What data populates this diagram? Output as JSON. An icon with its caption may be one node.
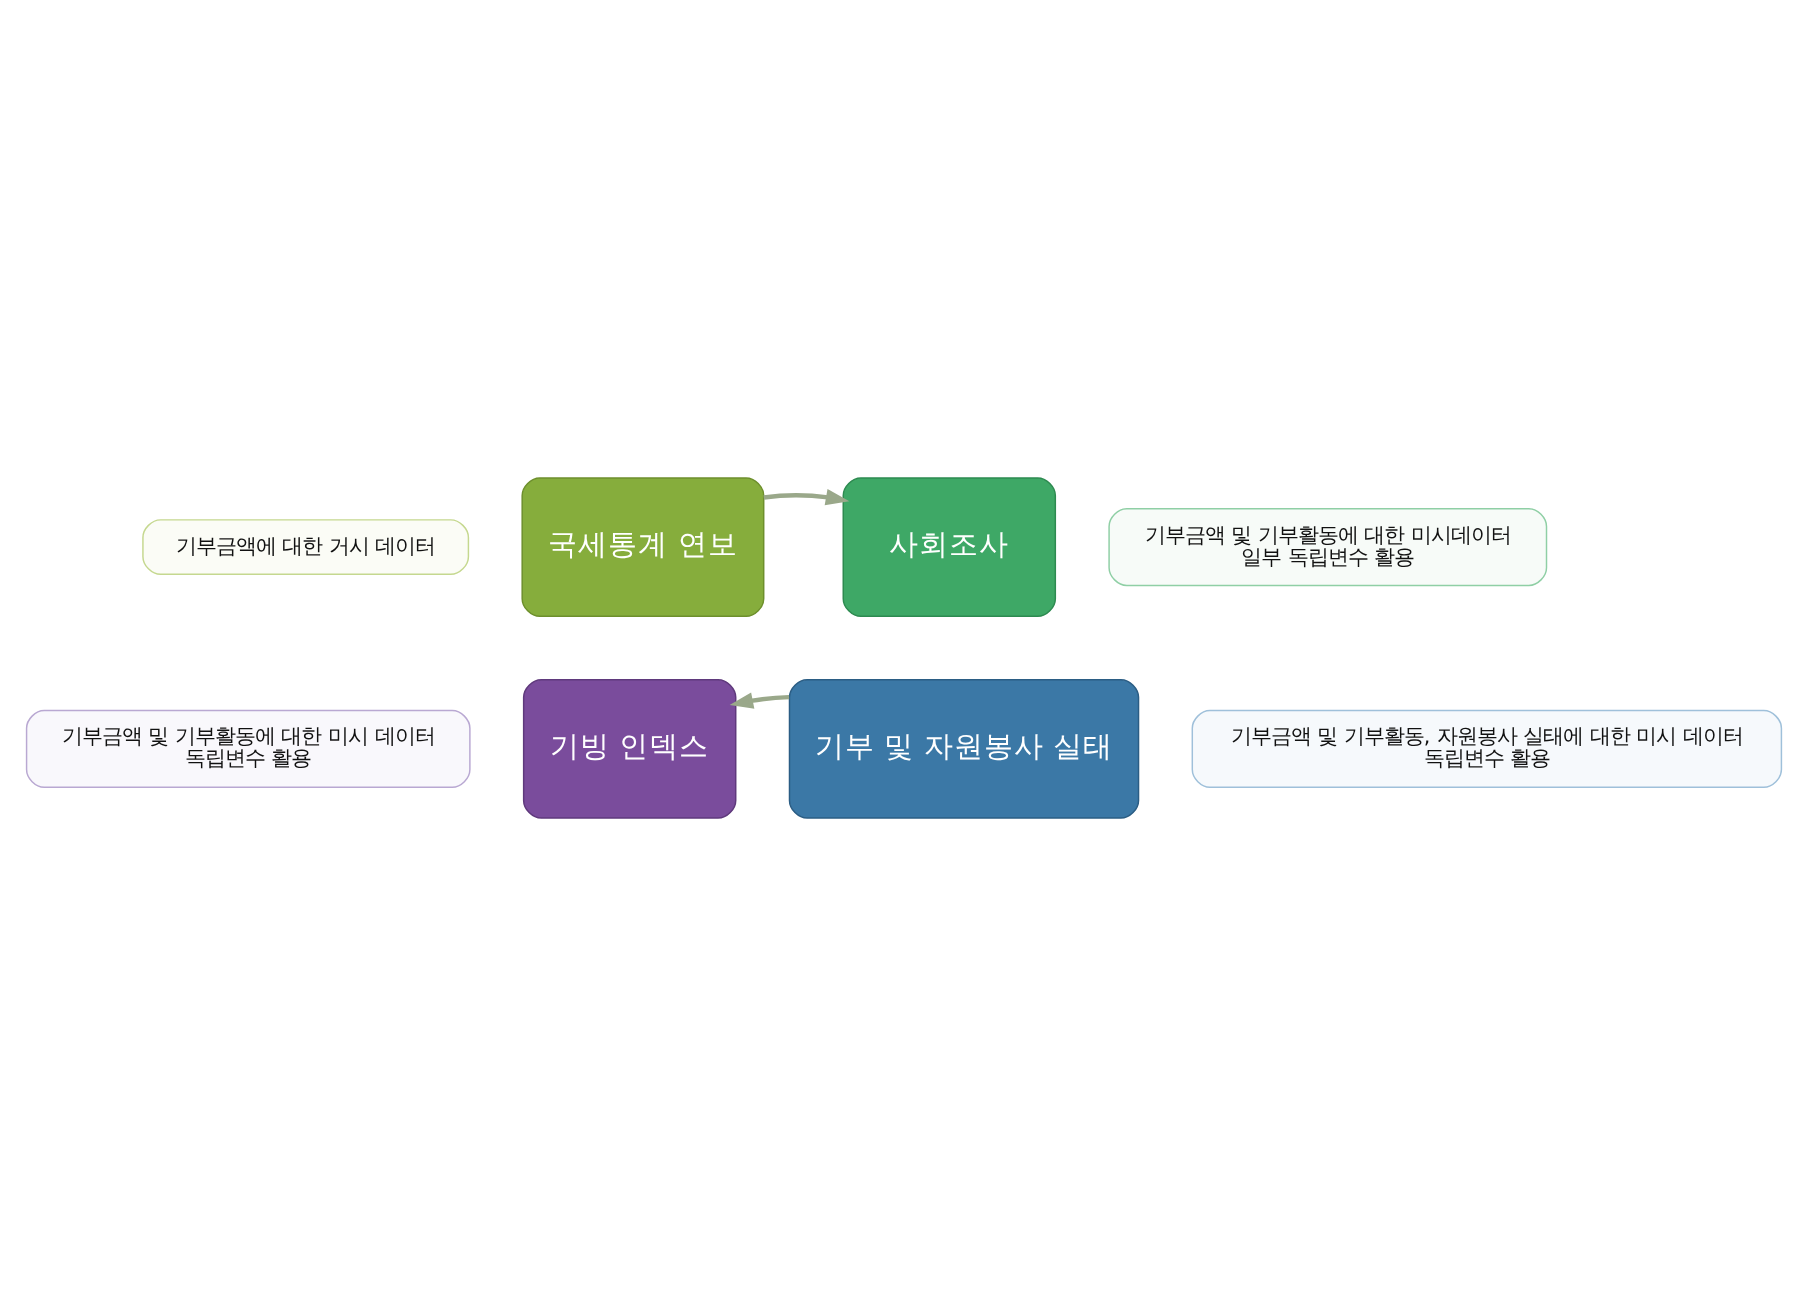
{
  "diagram": {
    "nodes": [
      {
        "text": [
          "기부금액에 대한 거시 데이터"
        ]
      },
      {
        "text": [
          "기부금액 및 기부활동에 대한 미시데이터",
          "일부 독립변수 활용"
        ]
      },
      {
        "text": [
          "국세통계 연보"
        ]
      },
      {
        "text": [
          "사회조사"
        ]
      },
      {
        "text": [
          "기빙 인덱스"
        ]
      },
      {
        "text": [
          "기부 및 자원봉사 실태"
        ]
      },
      {
        "text": [
          "기부금액 및 기부활동에 대한 미시 데이터",
          "독립변수 활용"
        ]
      },
      {
        "text": [
          "기부금액 및 기부활동, 자원봉사 실태에 대한 미시 데이터",
          "독립변수 활용"
        ]
      }
    ],
    "edges": [
      {
        "from": 2,
        "to": 3,
        "arrow": "to"
      },
      {
        "from": 5,
        "to": 4,
        "arrow": "to"
      }
    ]
  }
}
